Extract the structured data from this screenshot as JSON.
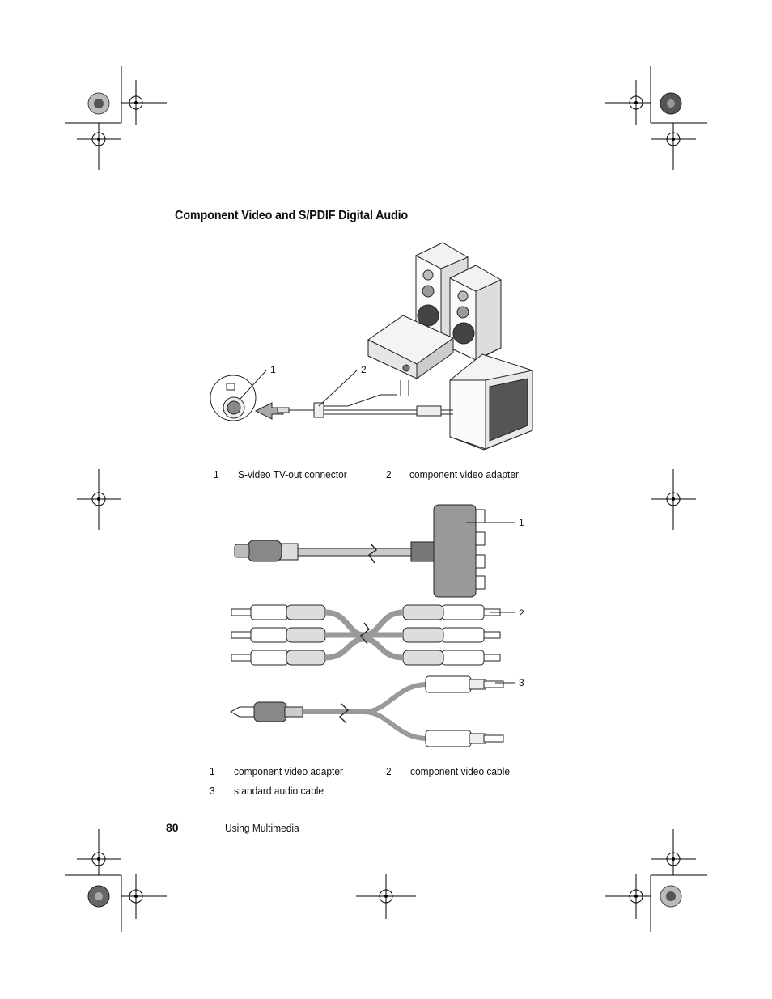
{
  "heading": "Component Video and S/PDIF Digital Audio",
  "figure1": {
    "callouts": [
      "1",
      "2"
    ],
    "legend": [
      {
        "num": "1",
        "label": "S-video TV-out connector"
      },
      {
        "num": "2",
        "label": "component video adapter"
      }
    ]
  },
  "figure2": {
    "callouts": [
      "1",
      "2",
      "3"
    ],
    "legend": [
      {
        "num": "1",
        "label": "component video adapter"
      },
      {
        "num": "2",
        "label": "component video cable"
      },
      {
        "num": "3",
        "label": "standard audio cable"
      }
    ]
  },
  "footer": {
    "page_number": "80",
    "section": "Using Multimedia"
  }
}
